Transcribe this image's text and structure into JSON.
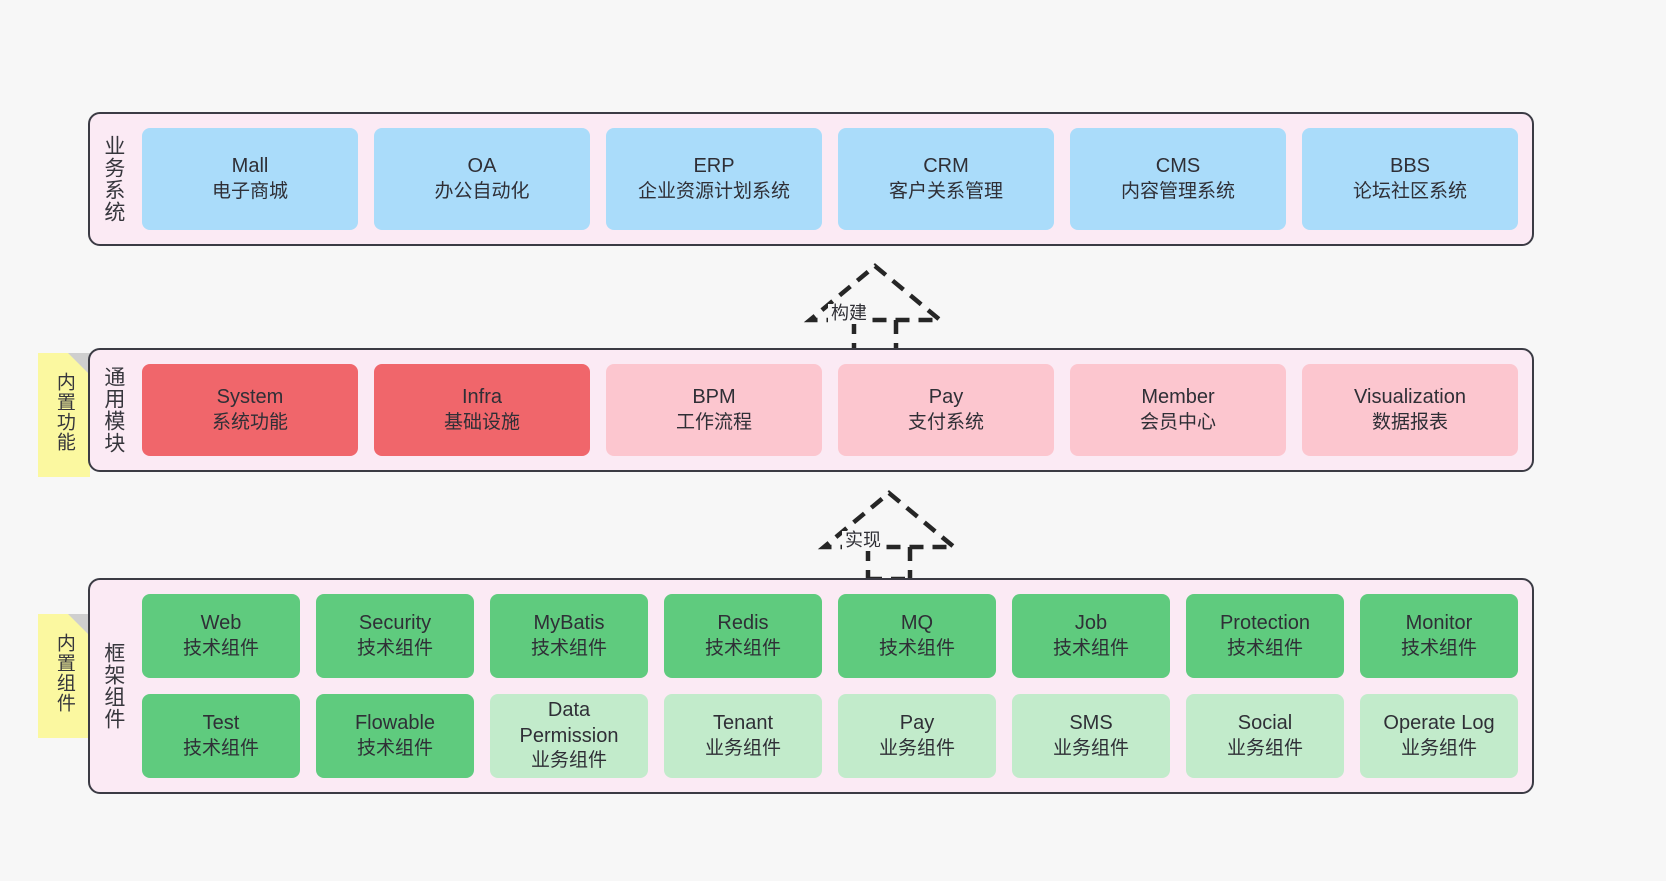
{
  "layers": [
    {
      "id": "business-systems",
      "label": "业务系统",
      "note": null,
      "rows": [
        {
          "boxes": [
            {
              "en": "Mall",
              "cn": "电子商城",
              "color": "blue"
            },
            {
              "en": "OA",
              "cn": "办公自动化",
              "color": "blue"
            },
            {
              "en": "ERP",
              "cn": "企业资源计划系统",
              "color": "blue"
            },
            {
              "en": "CRM",
              "cn": "客户关系管理",
              "color": "blue"
            },
            {
              "en": "CMS",
              "cn": "内容管理系统",
              "color": "blue"
            },
            {
              "en": "BBS",
              "cn": "论坛社区系统",
              "color": "blue"
            }
          ]
        }
      ]
    },
    {
      "id": "common-modules",
      "label": "通用模块",
      "note": "内置功能",
      "rows": [
        {
          "boxes": [
            {
              "en": "System",
              "cn": "系统功能",
              "color": "red"
            },
            {
              "en": "Infra",
              "cn": "基础设施",
              "color": "red"
            },
            {
              "en": "BPM",
              "cn": "工作流程",
              "color": "pink"
            },
            {
              "en": "Pay",
              "cn": "支付系统",
              "color": "pink"
            },
            {
              "en": "Member",
              "cn": "会员中心",
              "color": "pink"
            },
            {
              "en": "Visualization",
              "cn": "数据报表",
              "color": "pink"
            }
          ]
        }
      ]
    },
    {
      "id": "framework-components",
      "label": "框架组件",
      "note": "内置组件",
      "rows": [
        {
          "boxes": [
            {
              "en": "Web",
              "cn": "技术组件",
              "color": "green"
            },
            {
              "en": "Security",
              "cn": "技术组件",
              "color": "green"
            },
            {
              "en": "MyBatis",
              "cn": "技术组件",
              "color": "green"
            },
            {
              "en": "Redis",
              "cn": "技术组件",
              "color": "green"
            },
            {
              "en": "MQ",
              "cn": "技术组件",
              "color": "green"
            },
            {
              "en": "Job",
              "cn": "技术组件",
              "color": "green"
            },
            {
              "en": "Protection",
              "cn": "技术组件",
              "color": "green"
            },
            {
              "en": "Monitor",
              "cn": "技术组件",
              "color": "green"
            }
          ]
        },
        {
          "boxes": [
            {
              "en": "Test",
              "cn": "技术组件",
              "color": "green"
            },
            {
              "en": "Flowable",
              "cn": "技术组件",
              "color": "green"
            },
            {
              "en": "Data Permission",
              "cn": "业务组件",
              "color": "green-light"
            },
            {
              "en": "Tenant",
              "cn": "业务组件",
              "color": "green-light"
            },
            {
              "en": "Pay",
              "cn": "业务组件",
              "color": "green-light"
            },
            {
              "en": "SMS",
              "cn": "业务组件",
              "color": "green-light"
            },
            {
              "en": "Social",
              "cn": "业务组件",
              "color": "green-light"
            },
            {
              "en": "Operate Log",
              "cn": "业务组件",
              "color": "green-light"
            }
          ]
        }
      ]
    }
  ],
  "connectors": [
    {
      "id": "build",
      "label": "构建"
    },
    {
      "id": "implement",
      "label": "实现"
    }
  ],
  "colors": {
    "canvas_background": "#f7f7f7",
    "layer_background": "#fbeaf4",
    "layer_border": "#3b3b44",
    "note_background": "#fbf8a0",
    "blue": "#aadcfa",
    "red": "#f0666b",
    "pink": "#fcc6cf",
    "green": "#5fcb7e",
    "green_light": "#c2ebcb",
    "text": "#2f2f36"
  }
}
